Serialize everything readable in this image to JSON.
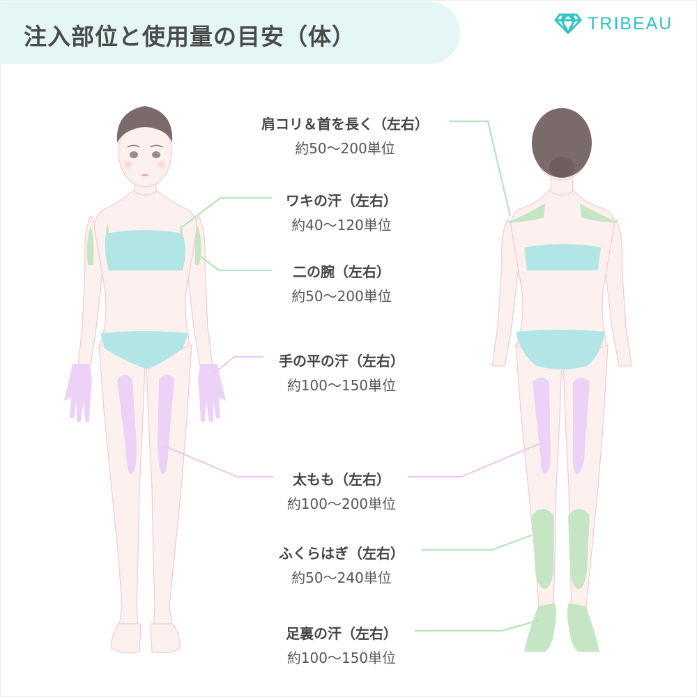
{
  "header": {
    "title": "注入部位と使用量の目安（体）",
    "logo_text": "TRIBEAU",
    "logo_icon": "diamond-icon",
    "title_bg": "#e4f6f6",
    "brand_color": "#2fc2c2"
  },
  "colors": {
    "green_zone": "#c6e5c4",
    "purple_zone": "#ecd2f6",
    "clothing": "#b2e6e6",
    "skin": "#fdf1f0",
    "hair": "#7a6a6a",
    "green_line": "#b5e3bc",
    "purple_line": "#ecc8f4"
  },
  "figures": {
    "front": "front-view-body",
    "back": "back-view-body"
  },
  "regions": [
    {
      "name": "肩コリ＆首を長く（左右）",
      "amount": "約50〜200単位",
      "color": "green",
      "view": "back"
    },
    {
      "name": "ワキの汗（左右）",
      "amount": "約40〜120単位",
      "color": "green",
      "view": "front"
    },
    {
      "name": "二の腕（左右）",
      "amount": "約50〜200単位",
      "color": "green",
      "view": "front"
    },
    {
      "name": "手の平の汗（左右）",
      "amount": "約100〜150単位",
      "color": "purple",
      "view": "front"
    },
    {
      "name": "太もも（左右）",
      "amount": "約100〜200単位",
      "color": "purple",
      "view": "both"
    },
    {
      "name": "ふくらはぎ（左右）",
      "amount": "約50〜240単位",
      "color": "green",
      "view": "back"
    },
    {
      "name": "足裏の汗（左右）",
      "amount": "約100〜150単位",
      "color": "green",
      "view": "back"
    }
  ]
}
